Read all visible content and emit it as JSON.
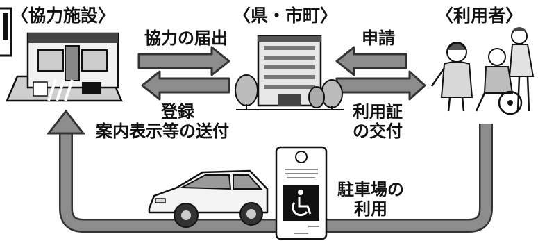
{
  "headers": {
    "facility": "〈協力施設〉",
    "government": "〈県・市町〉",
    "user": "〈利用者〉"
  },
  "flows": {
    "facility_to_government": "協力の届出",
    "user_to_government": "申請",
    "government_to_facility_line1": "登録",
    "government_to_facility_line2": "案内表示等の送付",
    "government_to_user_line1": "利用証",
    "government_to_user_line2": "の交付",
    "parking_use_line1": "駐車場の",
    "parking_use_line2": "利用"
  },
  "colors": {
    "arrow_fill": "#8c8c8c",
    "arrow_stroke": "#333333",
    "ink": "#111111",
    "loop": "#8c8c8c"
  }
}
